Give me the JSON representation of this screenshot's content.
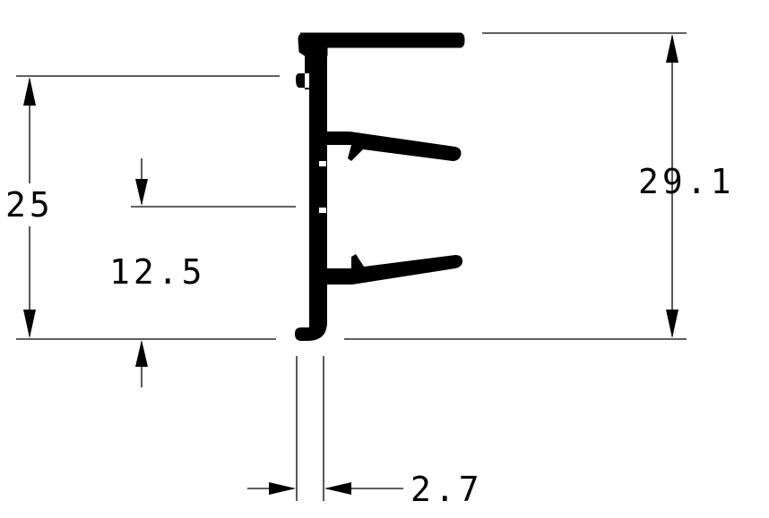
{
  "colors": {
    "ink": "#000000",
    "background": "#ffffff"
  },
  "dimensions": {
    "overall_height": {
      "value": 29.1,
      "label": "29.1"
    },
    "inner_height": {
      "value": 25,
      "label": "25"
    },
    "half_height": {
      "value": 12.5,
      "label": "12.5"
    },
    "wall_thickness": {
      "value": 2.7,
      "label": "2.7"
    }
  }
}
